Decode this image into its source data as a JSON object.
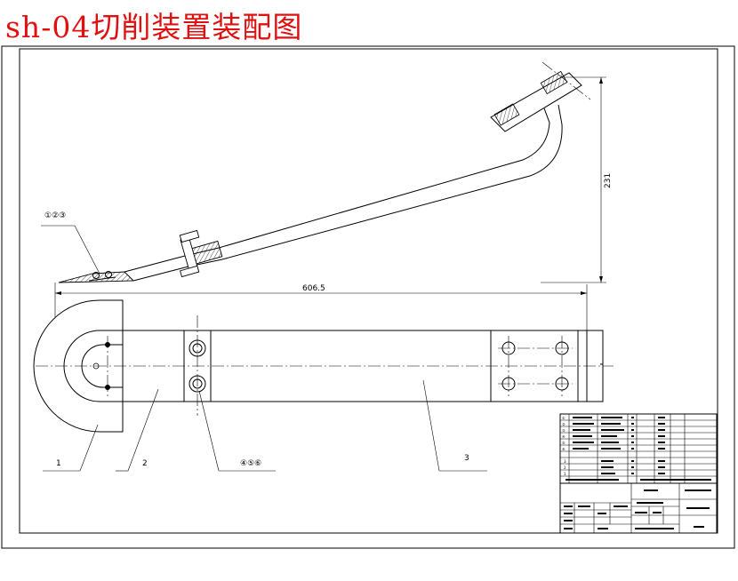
{
  "title": "sh-04切削装置装配图",
  "callouts": {
    "top_group": "①②③",
    "part_1": "1",
    "part_2": "2",
    "part_3": "3",
    "fastener_group": "④⑤⑥"
  },
  "dimensions": {
    "height": "231",
    "length": "606.5"
  },
  "title_block": {
    "bom_indices": [
      "①",
      "②",
      "③",
      "④",
      "⑤",
      "⑥",
      "3",
      "2",
      "1"
    ]
  }
}
